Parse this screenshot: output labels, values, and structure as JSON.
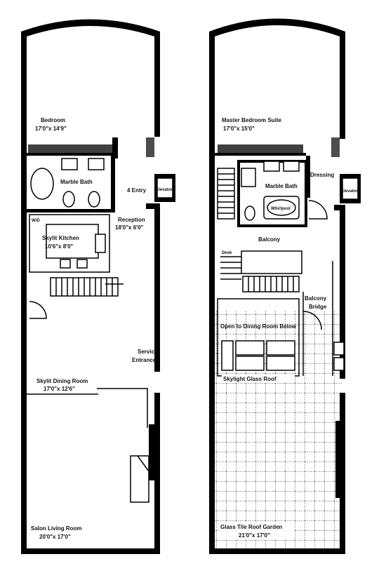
{
  "lower_level": {
    "rooms": {
      "bedroom": {
        "name": "Bedroom",
        "dims": "17'0\"x 14'9\""
      },
      "marble_bath": {
        "name": "Marble Bath"
      },
      "entry": {
        "name": "4 Entry"
      },
      "elevator": {
        "name": "Elevator"
      },
      "reception": {
        "name": "Reception",
        "dims": "18'0\"x 6'0\""
      },
      "kitchen": {
        "name": "Skylit Kitchen",
        "dims": "10'6\"x 8'0\""
      },
      "kitchen_tag": {
        "name": "W/D"
      },
      "service_entrance": {
        "line1": "Service",
        "line2": "Entrance"
      },
      "dining_room": {
        "name": "Skylit Dining Room",
        "dims": "17'0\"x 12'6\""
      },
      "living_room": {
        "name": "Salon Living Room",
        "dims": "20'0\"x 17'0\""
      }
    }
  },
  "upper_level": {
    "rooms": {
      "master_suite": {
        "name": "Master Bedroom Suite",
        "dims": "17'0\"x 15'0\""
      },
      "dressing": {
        "name": "Dressing"
      },
      "marble_bath": {
        "name": "Marble Bath"
      },
      "jacuzzi": {
        "name": "Whirlpool"
      },
      "elevator": {
        "name": "Elevator"
      },
      "balcony": {
        "name": "Balcony"
      },
      "open_to_dining": {
        "name": "Open to Dining Room Below"
      },
      "balcony_bridge": {
        "line1": "Balcony",
        "line2": "Bridge"
      },
      "skylight_roof": {
        "name": "Skylight Glass Roof"
      },
      "roof_garden": {
        "name": "Glass Tile Roof Garden",
        "dims": "21'0\"x 17'0\""
      },
      "desk_tag": {
        "name": "Desk"
      }
    }
  },
  "colors": {
    "wall": "#000000",
    "background": "#ffffff",
    "grid": "#222222"
  }
}
